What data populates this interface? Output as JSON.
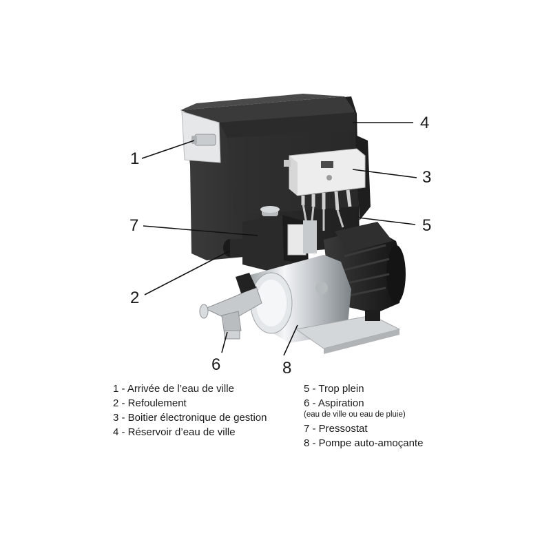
{
  "callouts": [
    "1",
    "2",
    "3",
    "4",
    "5",
    "6",
    "7",
    "8"
  ],
  "legend_left": [
    "1 - Arrivée de l’eau de ville",
    "2 - Refoulement",
    "3 - Boitier électronique de gestion",
    "4 - Réservoir d’eau de ville"
  ],
  "legend_right": {
    "item5": "5 - Trop plein",
    "item6": "6 - Aspiration",
    "item6_note": "(eau de ville ou eau de pluie)",
    "item7": "7 - Pressostat",
    "item8": "8 - Pompe auto-amoçante"
  },
  "colors": {
    "tank": "#2e2e2e",
    "tank_lid": "#3a3a3a",
    "control_box": "#ececec",
    "stainless": "#cfd3d6",
    "motor": "#222222",
    "leader_lines": "#111111"
  }
}
